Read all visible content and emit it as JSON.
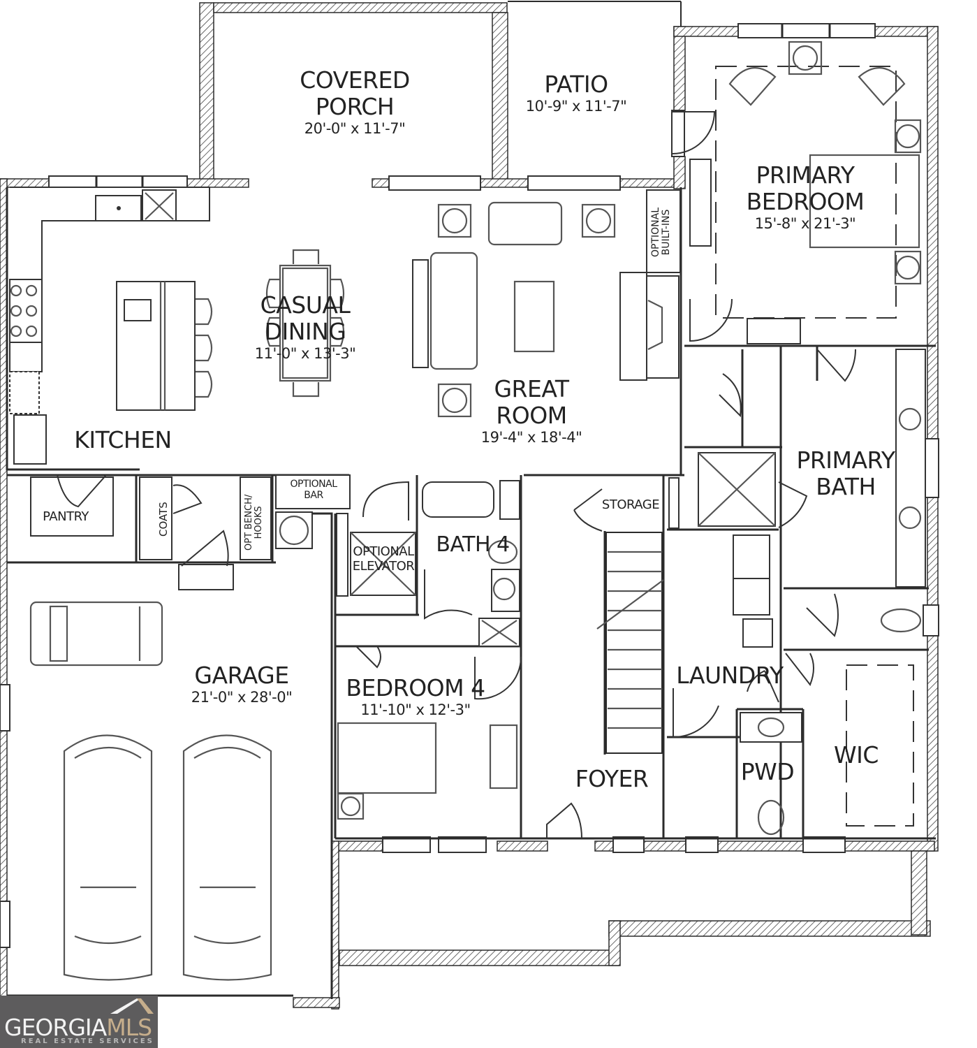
{
  "rooms": {
    "covered_porch": {
      "name_line1": "COVERED",
      "name_line2": "PORCH",
      "dim": "20'-0\" x 11'-7\""
    },
    "patio": {
      "name": "PATIO",
      "dim": "10'-9\" x 11'-7\""
    },
    "primary_bedroom": {
      "name_line1": "PRIMARY",
      "name_line2": "BEDROOM",
      "dim": "15'-8\" x 21'-3\""
    },
    "casual_dining": {
      "name_line1": "CASUAL",
      "name_line2": "DINING",
      "dim": "11'-0\" x 13'-3\""
    },
    "great_room": {
      "name_line1": "GREAT",
      "name_line2": "ROOM",
      "dim": "19'-4\" x 18'-4\""
    },
    "kitchen": {
      "name": "KITCHEN"
    },
    "pantry": {
      "name": "PANTRY"
    },
    "coats": {
      "name": "COATS"
    },
    "opt_bench": {
      "line1": "OPT BENCH/",
      "line2": "HOOKS"
    },
    "optional_bar": {
      "line1": "OPTIONAL",
      "line2": "BAR"
    },
    "optional_elevator": {
      "line1": "OPTIONAL",
      "line2": "ELEVATOR"
    },
    "optional_builtins": {
      "line1": "OPTIONAL",
      "line2": "BUILT-INS"
    },
    "bath4": {
      "name": "BATH 4"
    },
    "storage": {
      "name": "STORAGE"
    },
    "primary_bath": {
      "name_line1": "PRIMARY",
      "name_line2": "BATH"
    },
    "garage": {
      "name": "GARAGE",
      "dim": "21'-0\" x 28'-0\""
    },
    "bedroom4": {
      "name": "BEDROOM 4",
      "dim": "11'-10\" x 12'-3\""
    },
    "foyer": {
      "name": "FOYER"
    },
    "laundry": {
      "name": "LAUNDRY"
    },
    "pwd": {
      "name": "PWD"
    },
    "wic": {
      "name": "WIC"
    }
  },
  "watermark": {
    "brand_main": "GEORGIA",
    "brand_accent": "MLS",
    "tagline": "REAL ESTATE SERVICES",
    "colors": {
      "background": "#5d5c5d",
      "accent": "#c6ae8c",
      "text": "#f3f3f3"
    }
  }
}
